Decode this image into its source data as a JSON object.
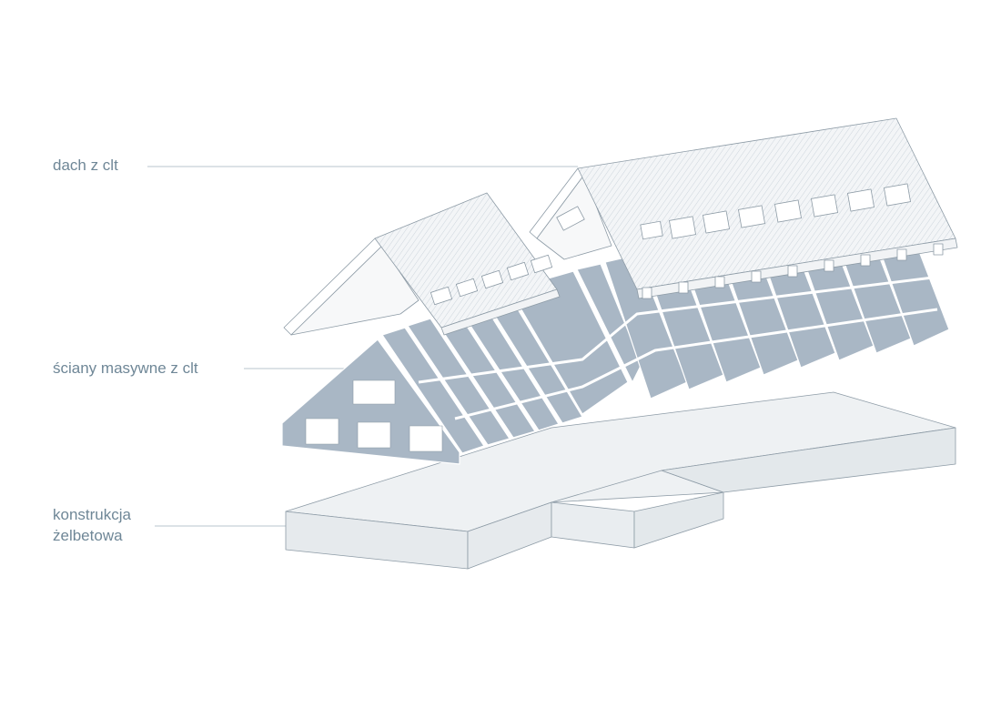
{
  "labels": {
    "roof": "dach z clt",
    "walls": "ściany masywne z clt",
    "concrete_line1": "konstrukcja",
    "concrete_line2": "żelbetowa"
  },
  "colors": {
    "label_text": "#6f8797",
    "leader_line": "#b9c5cc",
    "wall_fill": "#a9b7c5",
    "roof_fill": "#f1f3f5",
    "roof_hatch": "#c9d2d9",
    "concrete_top": "#eef1f3",
    "concrete_side": "#e3e8eb",
    "edge_stroke": "#8d9ba6"
  }
}
